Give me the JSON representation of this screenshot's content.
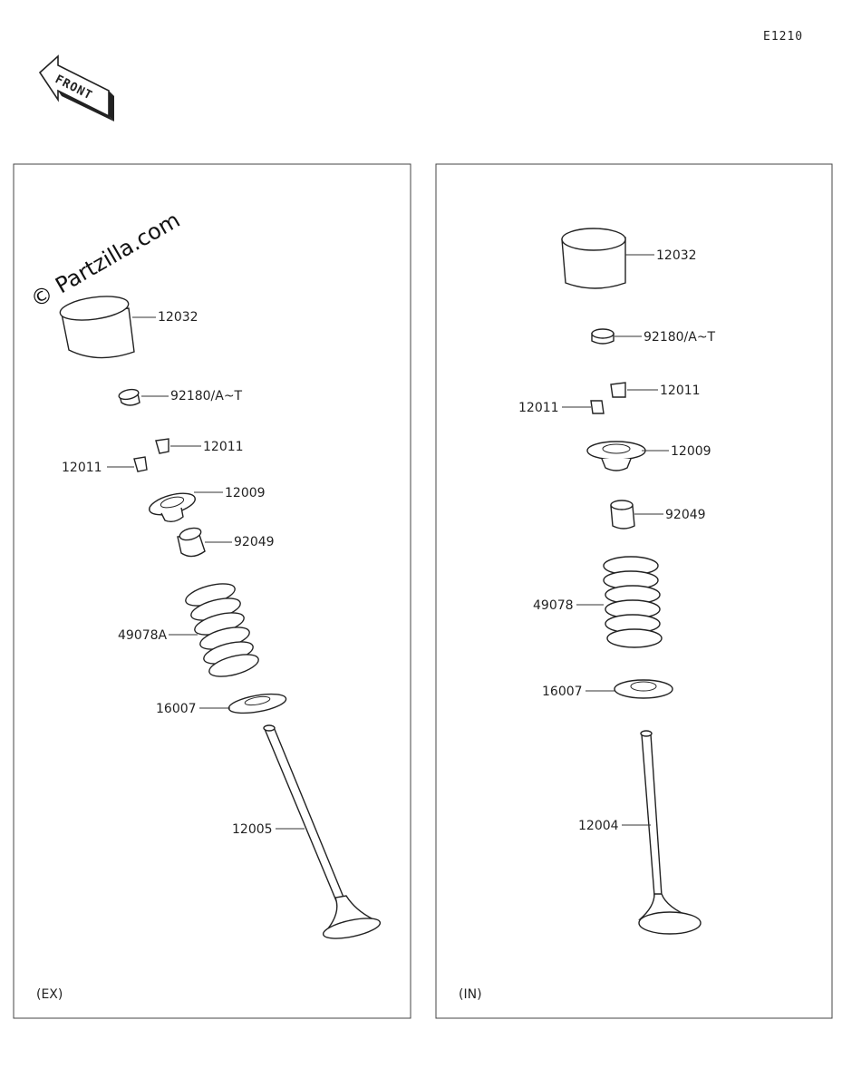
{
  "diagram_code": "E1210",
  "front_arrow_label": "FRONT",
  "watermark": "© Partzilla.com",
  "panels": {
    "left": {
      "caption": "(EX)",
      "labels": {
        "tappet": "12032",
        "shim": "92180/A~T",
        "cotter_a": "12011",
        "cotter_b": "12011",
        "retainer": "12009",
        "seal": "92049",
        "spring": "49078A",
        "seat": "16007",
        "valve": "12005"
      }
    },
    "right": {
      "caption": "(IN)",
      "labels": {
        "tappet": "12032",
        "shim": "92180/A~T",
        "cotter_a": "12011",
        "cotter_b": "12011",
        "retainer": "12009",
        "seal": "92049",
        "spring": "49078",
        "seat": "16007",
        "valve": "12004"
      }
    }
  }
}
